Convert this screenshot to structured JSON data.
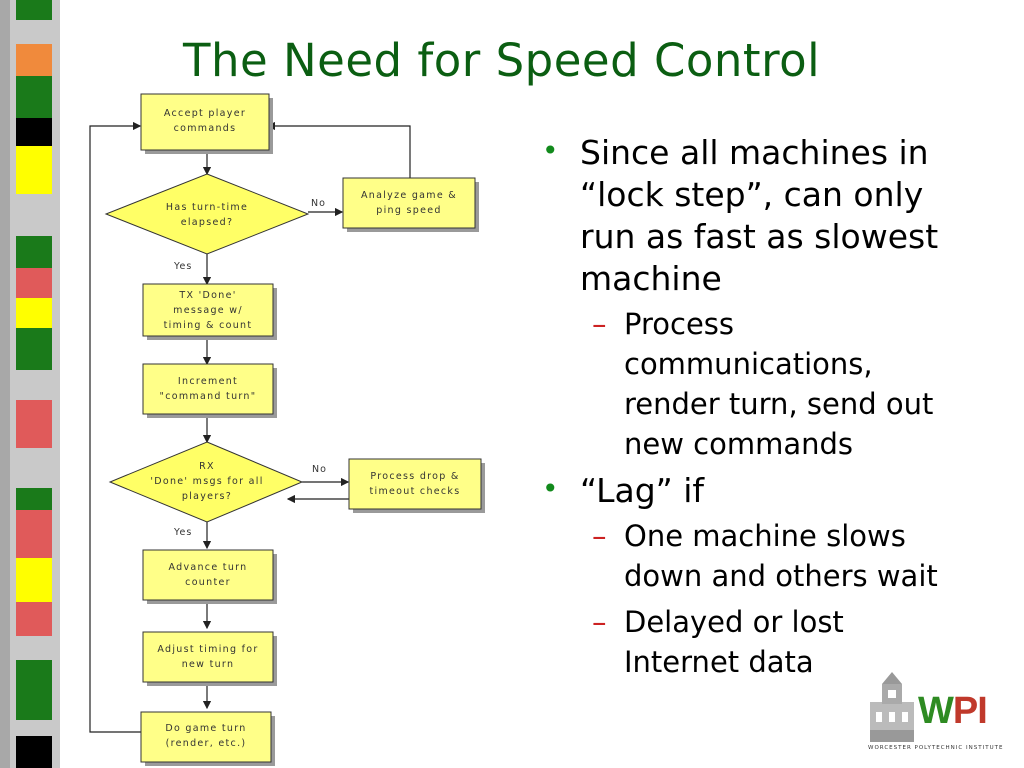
{
  "slide": {
    "title": "The Need for Speed Control",
    "accent_colors": {
      "title": "#0b5e12",
      "bullet": "#128a1c",
      "dash": "#cc2222",
      "diamond": "#ffff66",
      "stripe_green": "#1a7a1a",
      "stripe_red": "#e05a5a",
      "stripe_yellow": "#ffff00",
      "stripe_orange": "#f08a3c"
    }
  },
  "flowchart": {
    "nodes": {
      "accept": [
        "Accept player",
        "commands"
      ],
      "turn_elapsed": [
        "Has turn-time",
        "elapsed?"
      ],
      "analyze": [
        "Analyze game &",
        "ping speed"
      ],
      "tx_done": [
        "TX 'Done'",
        "message w/",
        "timing & count"
      ],
      "increment": [
        "Increment",
        "\"command turn\""
      ],
      "rx_done": [
        "RX",
        "'Done' msgs for all",
        "players?"
      ],
      "process_drop": [
        "Process drop &",
        "timeout checks"
      ],
      "advance": [
        "Advance turn",
        "counter"
      ],
      "adjust": [
        "Adjust timing for",
        "new turn"
      ],
      "do_turn": [
        "Do game turn",
        "(render, etc.)"
      ]
    },
    "edge_labels": {
      "no": "No",
      "yes": "Yes"
    }
  },
  "bullets": [
    {
      "text": "Since all machines in “lock step”, can only run as fast as slowest machine",
      "lines": [
        "Since all machines in",
        "“lock step”, can only",
        "run as fast as slowest",
        "machine"
      ],
      "sub": [
        {
          "lines": [
            "Process",
            "communications,",
            "render turn, send out",
            "new commands"
          ]
        }
      ]
    },
    {
      "text": "“Lag” if",
      "lines": [
        "“Lag” if"
      ],
      "sub": [
        {
          "lines": [
            "One machine slows",
            "down and others wait"
          ]
        },
        {
          "lines": [
            "Delayed or lost",
            "Internet data"
          ]
        }
      ]
    }
  ],
  "logo": {
    "letters": "WPI",
    "w": "W",
    "pi": "PI",
    "tagline": "WORCESTER POLYTECHNIC INSTITUTE"
  }
}
